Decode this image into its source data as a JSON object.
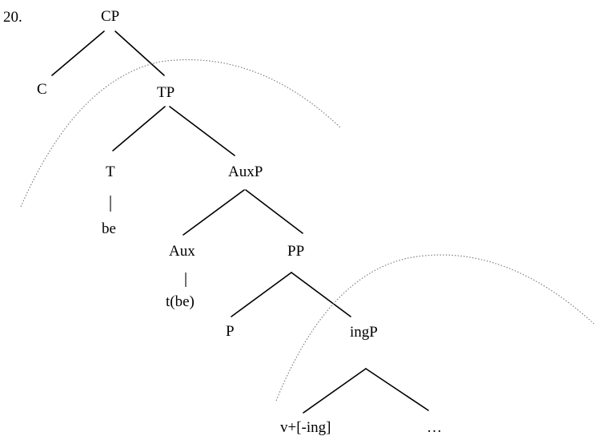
{
  "example_number": "20.",
  "nodes": {
    "cp": "CP",
    "c": "C",
    "tp": "TP",
    "t": "T",
    "t_head": "be",
    "auxp": "AuxP",
    "aux": "Aux",
    "aux_head": "t(be)",
    "pp": "PP",
    "p": "P",
    "ingp": "ingP",
    "v_ing": "v+[-ing]",
    "ellipsis": "…"
  }
}
